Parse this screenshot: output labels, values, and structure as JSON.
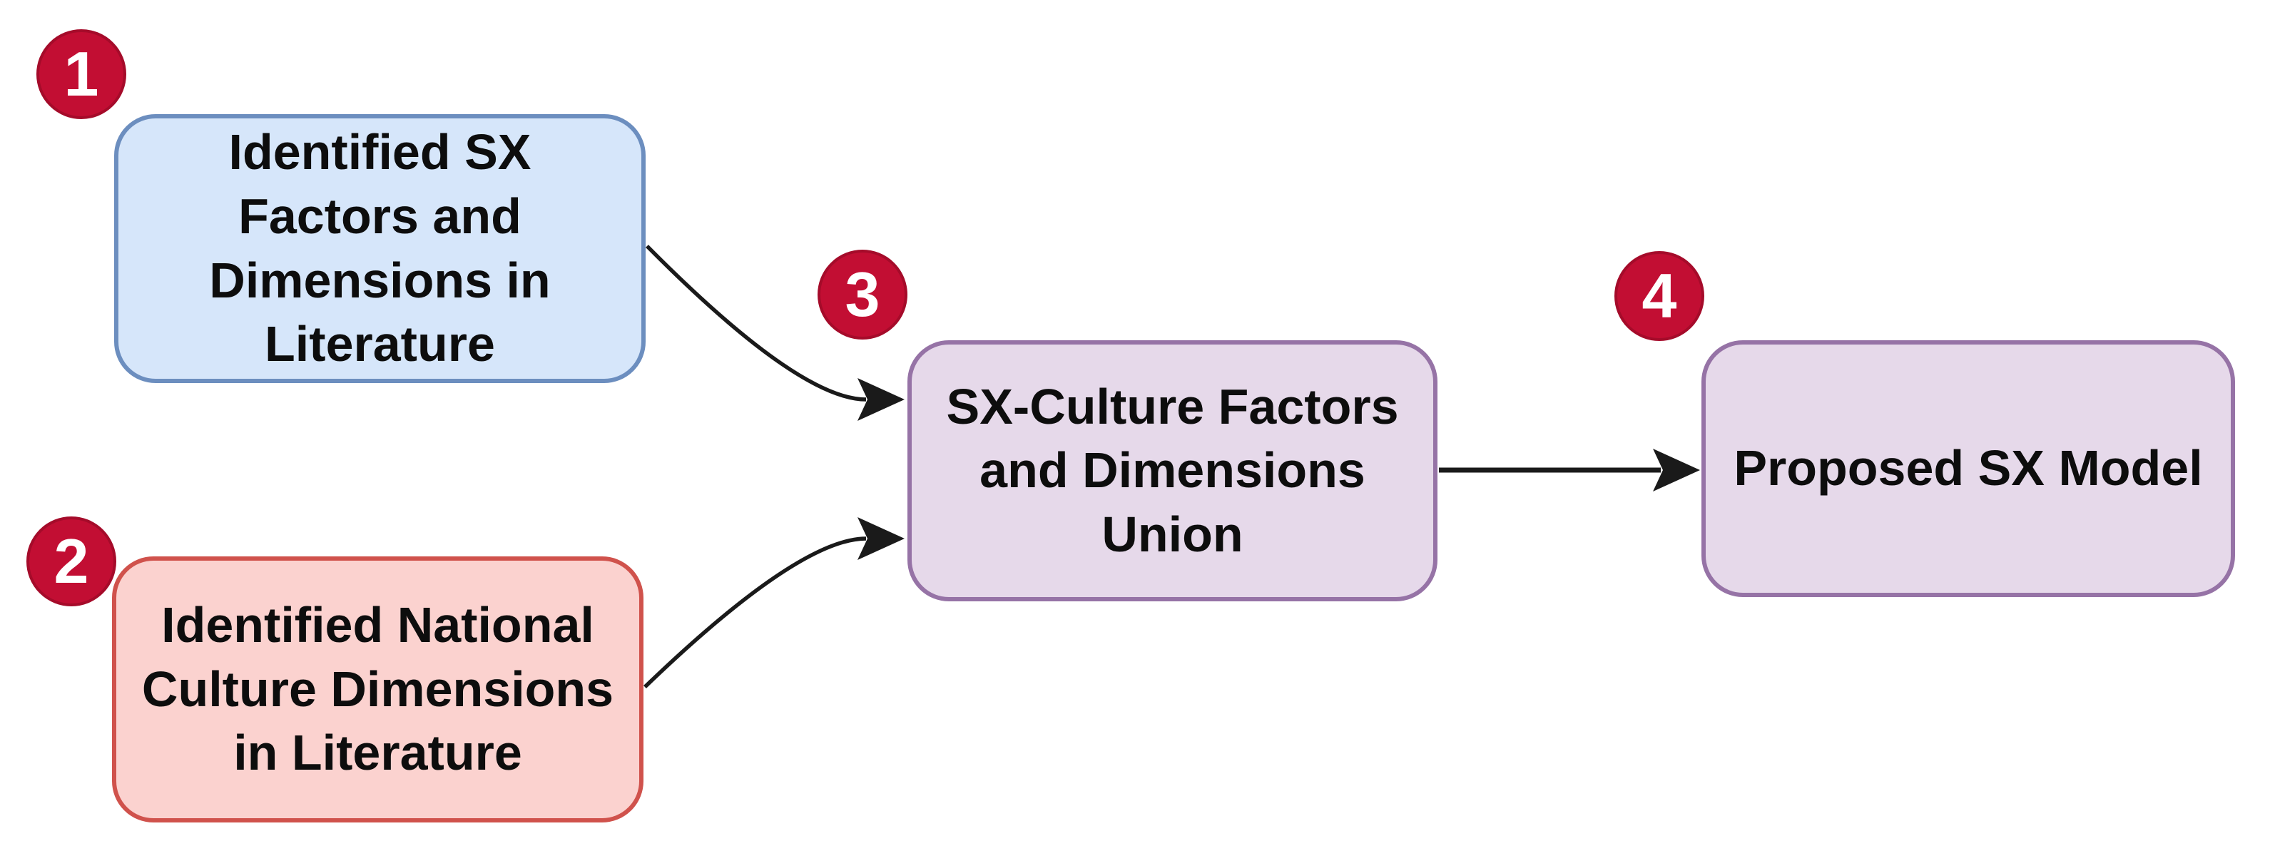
{
  "diagram": {
    "description": "Four-step flow diagram of proposed SX model construction",
    "background_color": "#ffffff",
    "badge_fill_color": "#c20e33",
    "badge_text_color": "#ffffff",
    "arrow_color": "#1a1a1a",
    "nodes": [
      {
        "badge": "1",
        "label": "Identified SX\nFactors and\nDimensions in\nLiterature",
        "fill": "#d6e6fa",
        "border": "#6c8ebf"
      },
      {
        "badge": "2",
        "label": "Identified National\nCulture Dimensions\nin Literature",
        "fill": "#fbd2cf",
        "border": "#d0524c"
      },
      {
        "badge": "3",
        "label": "SX-Culture Factors\nand Dimensions\nUnion",
        "fill": "#e6d9ea",
        "border": "#9673a6"
      },
      {
        "badge": "4",
        "label": "Proposed SX Model",
        "fill": "#e6d9ea",
        "border": "#9673a6"
      }
    ],
    "edges": [
      {
        "from": "1",
        "to": "3",
        "style": "curved"
      },
      {
        "from": "2",
        "to": "3",
        "style": "curved"
      },
      {
        "from": "3",
        "to": "4",
        "style": "straight"
      }
    ]
  }
}
